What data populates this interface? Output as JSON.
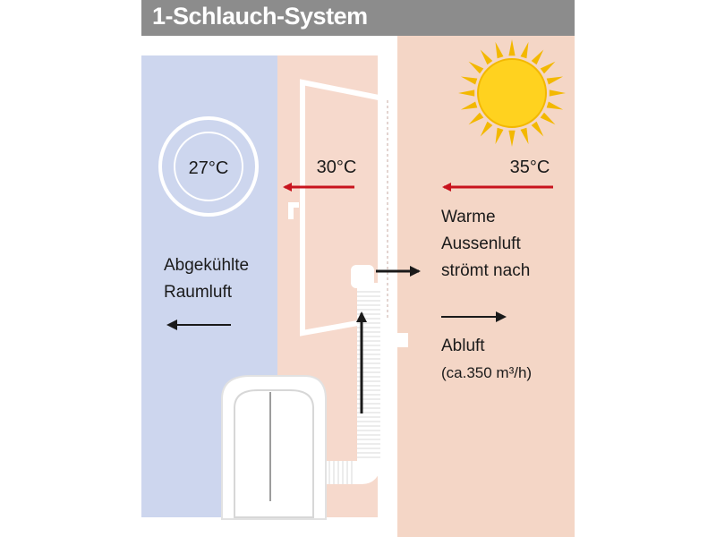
{
  "title": "1-Schlauch-System",
  "labels": {
    "room_temp": "27°C",
    "window_temp": "30°C",
    "outside_temp": "35°C",
    "cooled_air_line1": "Abgekühlte",
    "cooled_air_line2": "Raumluft",
    "warm_air_line1": "Warme",
    "warm_air_line2": "Aussenluft",
    "warm_air_line3": "strömt nach",
    "exhaust_line1": "Abluft",
    "exhaust_line2": "(ca.350 m³/h)"
  },
  "colors": {
    "title_bar": "#8c8c8c",
    "cooled_zone": "#cdd6ee",
    "room_zone": "#f6d9cc",
    "outside_zone": "#f4d6c6",
    "red_arrow": "#c8141e",
    "black_arrow": "#1a1a1a",
    "sun_rays": "#f3b800",
    "sun_core": "#ffd21f"
  }
}
